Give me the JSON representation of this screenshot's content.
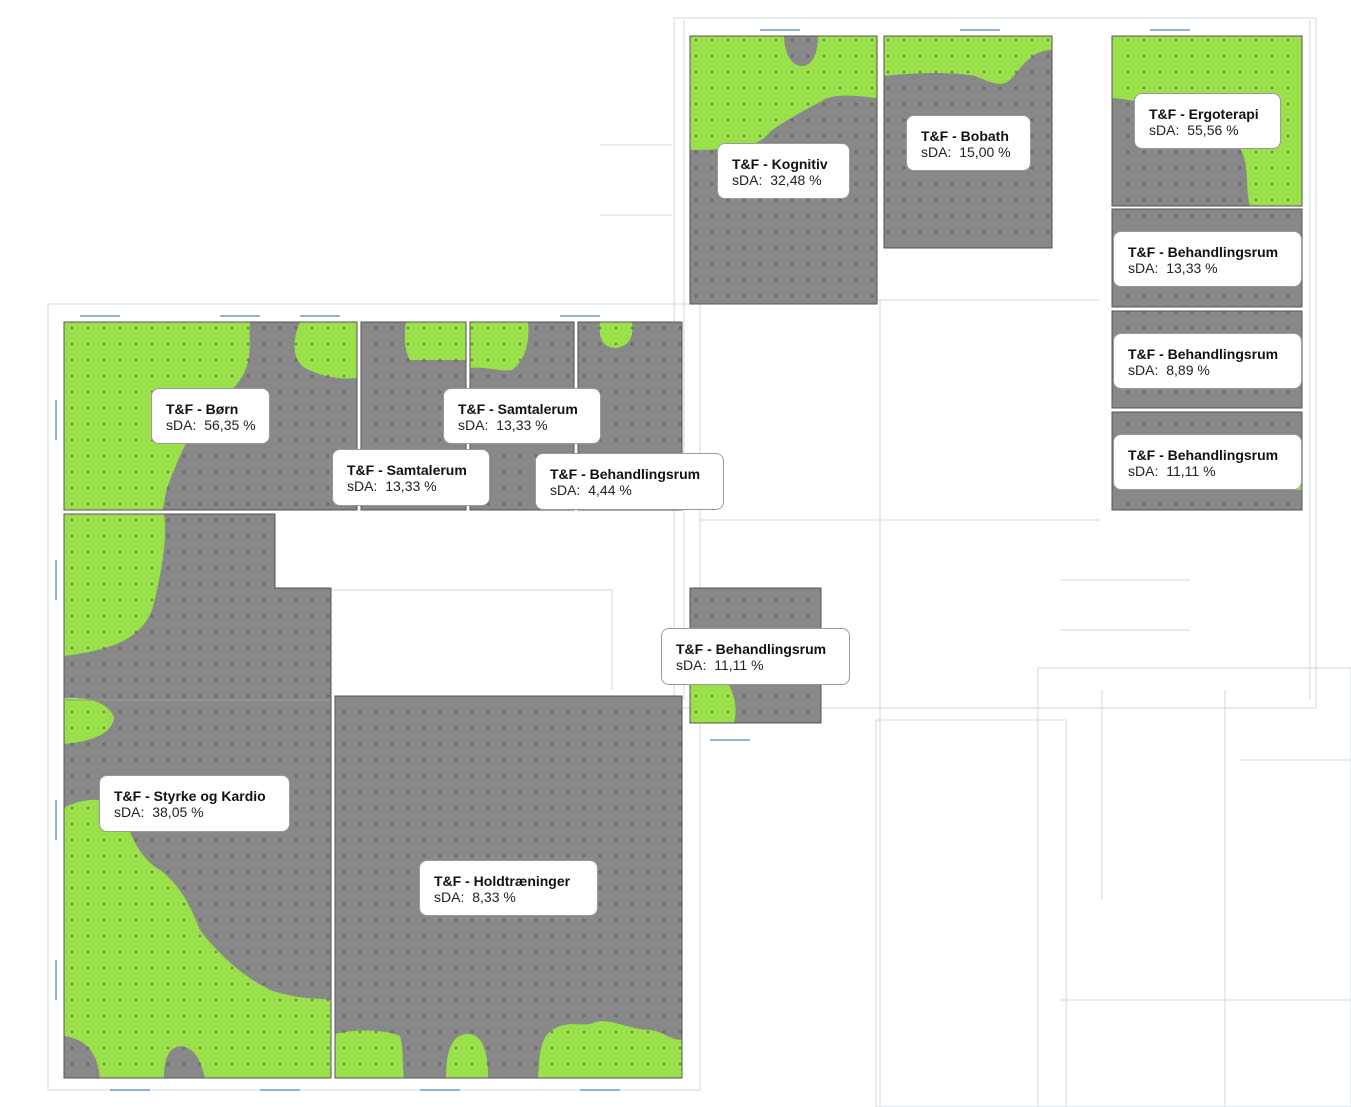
{
  "colors": {
    "daylit": "#99e04a",
    "not_daylit": "#888888",
    "grid_point": "#333333",
    "linework": "#cfd8de",
    "window": "#8fb3d9"
  },
  "sda_prefix": "sDA:",
  "rooms": [
    {
      "id": "kognitiv",
      "name": "T&F - Kognitiv",
      "sda": "32,48 %"
    },
    {
      "id": "bobath",
      "name": "T&F - Bobath",
      "sda": "15,00 %"
    },
    {
      "id": "ergoterapi",
      "name": "T&F - Ergoterapi",
      "sda": "55,56 %"
    },
    {
      "id": "behandling-r1",
      "name": "T&F - Behandlingsrum",
      "sda": "13,33 %"
    },
    {
      "id": "behandling-r2",
      "name": "T&F - Behandlingsrum",
      "sda": "8,89 %"
    },
    {
      "id": "behandling-r3",
      "name": "T&F - Behandlingsrum",
      "sda": "11,11 %"
    },
    {
      "id": "born",
      "name": "T&F - Børn",
      "sda": "56,35 %"
    },
    {
      "id": "samtale-1",
      "name": "T&F - Samtalerum",
      "sda": "13,33 %"
    },
    {
      "id": "samtale-2",
      "name": "T&F - Samtalerum",
      "sda": "13,33 %"
    },
    {
      "id": "behandling-c1",
      "name": "T&F - Behandlingsrum",
      "sda": "4,44 %"
    },
    {
      "id": "behandling-c2",
      "name": "T&F - Behandlingsrum",
      "sda": "11,11 %"
    },
    {
      "id": "styrke",
      "name": "T&F - Styrke og Kardio",
      "sda": "38,05 %"
    },
    {
      "id": "holdtraening",
      "name": "T&F - Holdtræninger",
      "sda": "8,33 %"
    }
  ]
}
